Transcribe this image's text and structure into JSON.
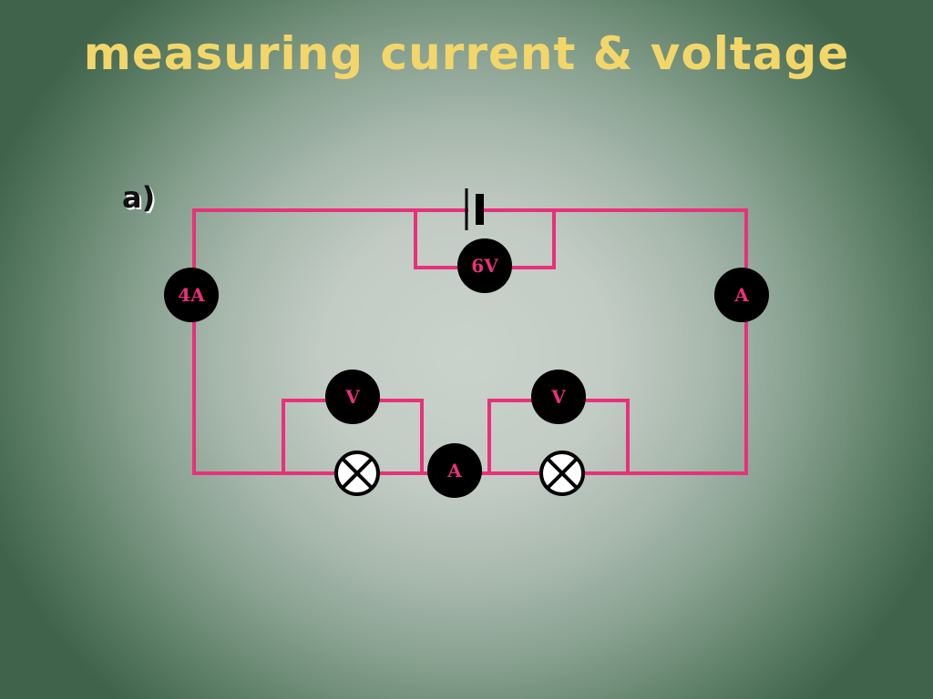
{
  "slide": {
    "title": "measuring current & voltage",
    "part_label": "a)"
  },
  "colors": {
    "wire": "#e8317a",
    "meter_fill": "#000000",
    "title": "#f3d66a"
  },
  "meters": {
    "battery_voltmeter": "6V",
    "left_ammeter": "4A",
    "right_ammeter": "A",
    "middle_ammeter": "A",
    "lamp1_voltmeter": "V",
    "lamp2_voltmeter": "V"
  }
}
